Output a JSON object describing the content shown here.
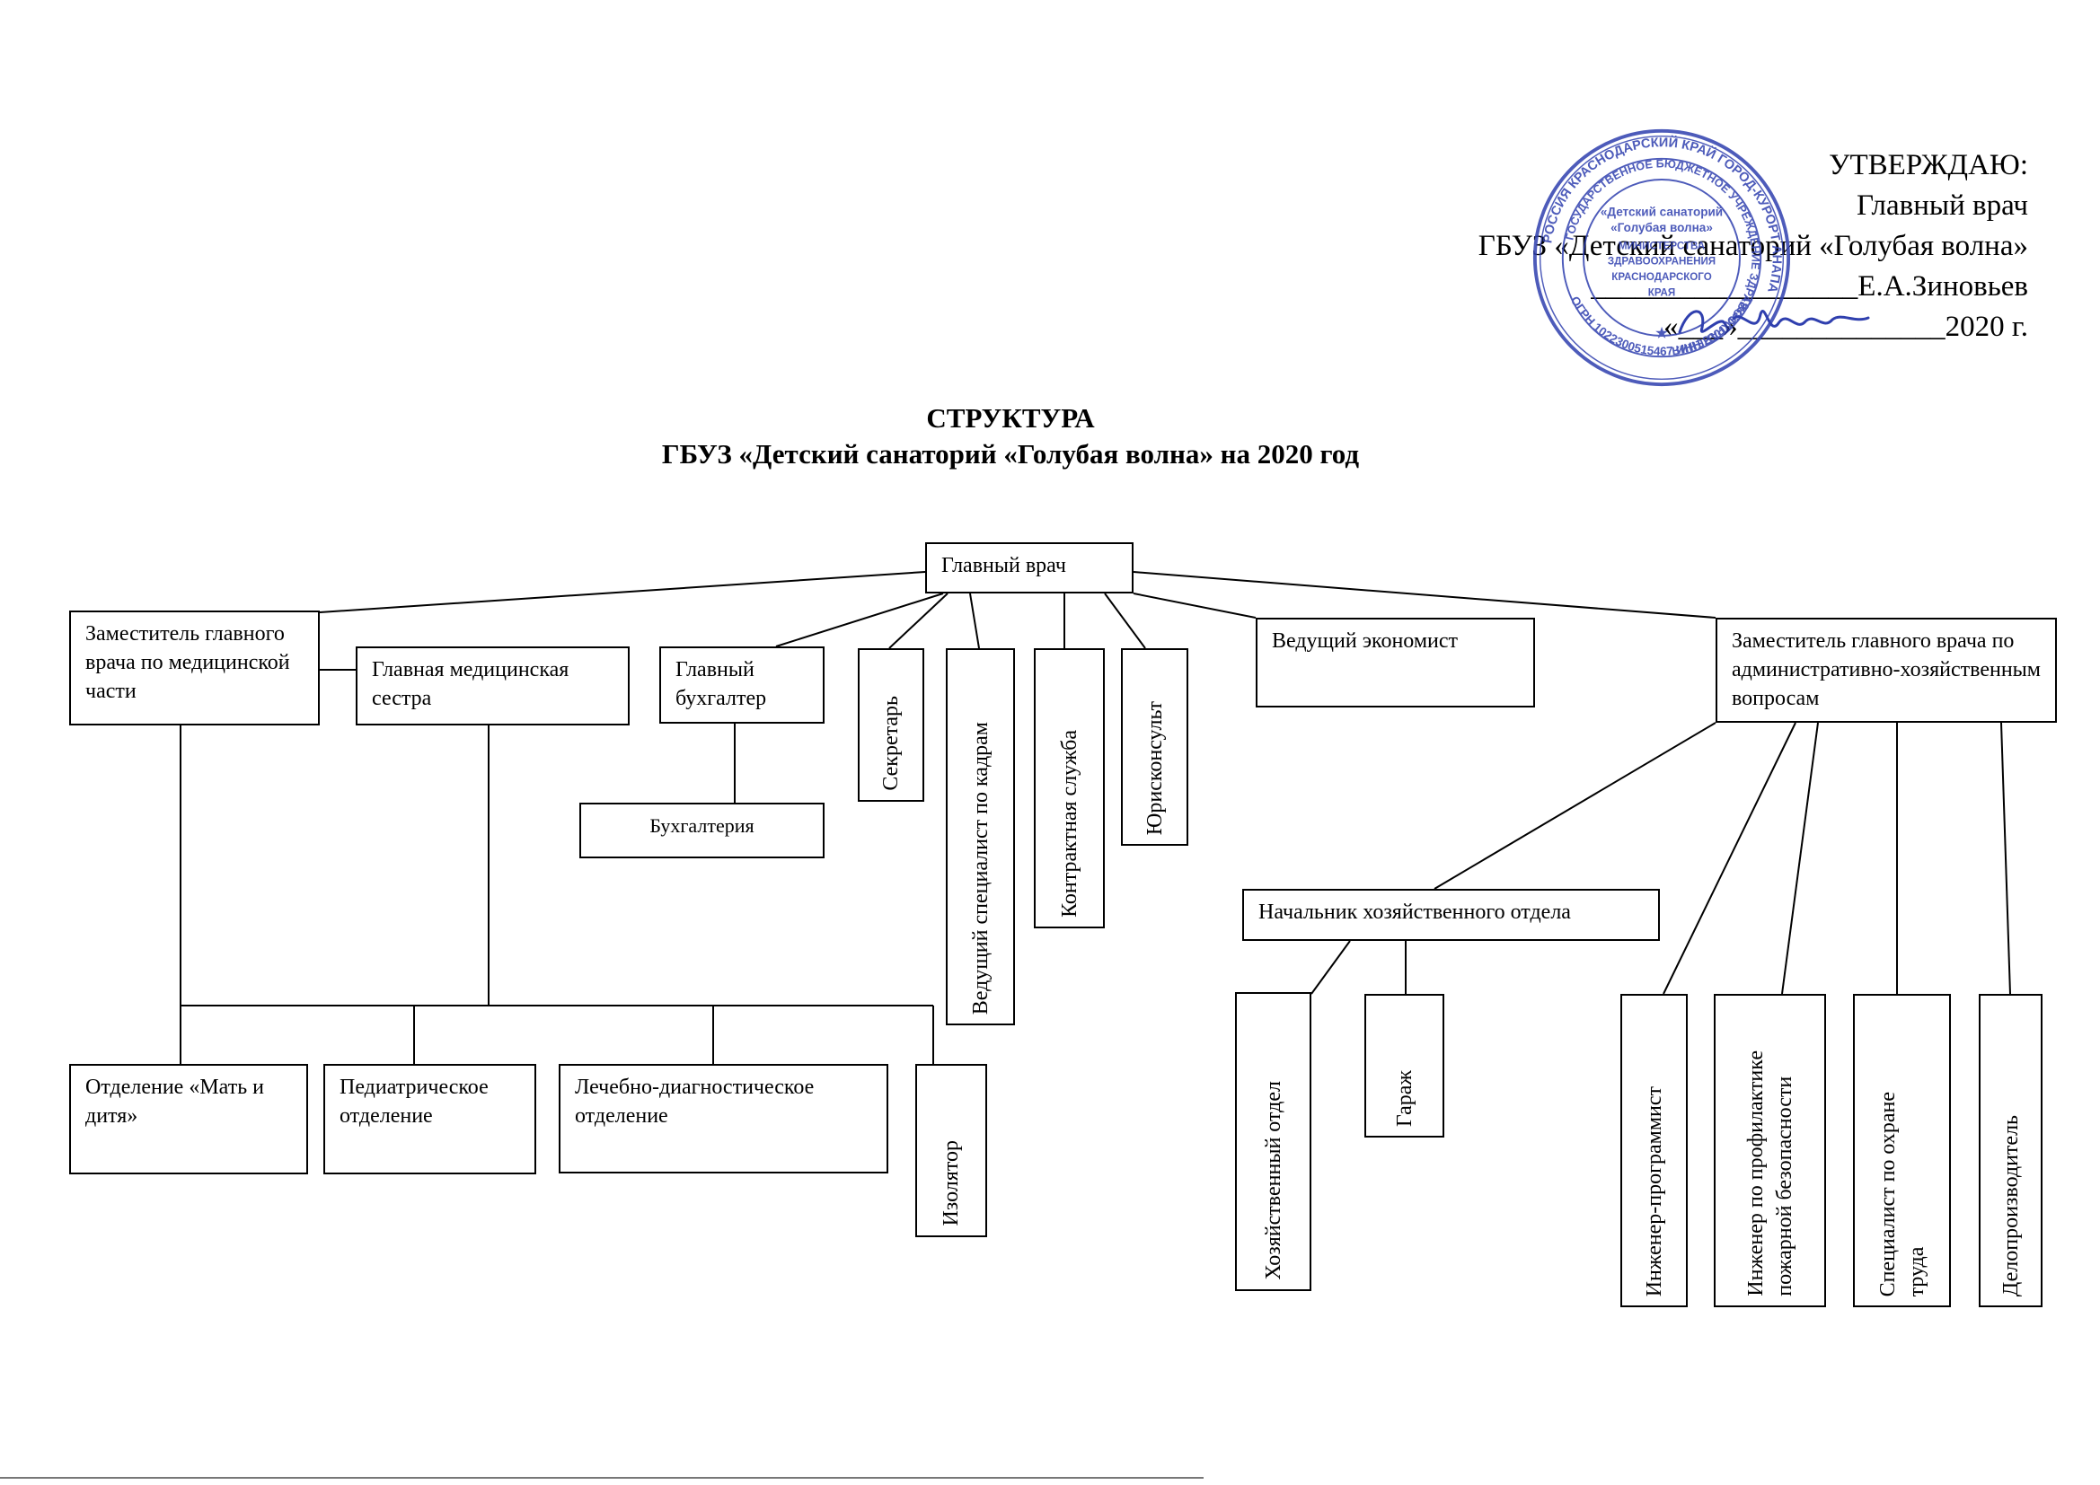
{
  "approval": {
    "line1": "УТВЕРЖДАЮ:",
    "line2": "Главный врач",
    "line3": "ГБУЗ «Детский санаторий «Голубая волна»",
    "line4": "__________________Е.А.Зиновьев",
    "line5": "«___»______________2020 г."
  },
  "title": {
    "line1": "СТРУКТУРА",
    "line2": "ГБУЗ «Детский санаторий «Голубая волна» на 2020 год"
  },
  "nodes": {
    "chief": "Главный врач",
    "dep_med": "Заместитель главного врача по медицинской части",
    "head_nurse": "Главная медицинская сестра",
    "chief_accountant": "Главный бухгалтер",
    "accounting": "Бухгалтерия",
    "secretary": "Секретарь",
    "hr_specialist": "Ведущий специалист по кадрам",
    "contract_service": "Контрактная служба",
    "legal": "Юрисконсульт",
    "economist": "Ведущий экономист",
    "dep_admin": "Заместитель главного врача по административно-хозяйственным вопросам",
    "household_head": "Начальник хозяйственного отдела",
    "household_dept": "Хозяйственный отдел",
    "garage": "Гараж",
    "programmer": "Инженер-программист",
    "fire_engineer": "Инженер по профилактике\nпожарной безопасности",
    "labor_safety": "Специалист по охране\nтруда",
    "clerk": "Делопроизводитель",
    "mother_child": "Отделение «Мать и дитя»",
    "pediatric": "Педиатрическое отделение",
    "diagnostic": "Лечебно-диагностическое отделение",
    "isolator": "Изолятор"
  },
  "stamp": {
    "outer": "РОССИЯ КРАСНОДАРСКИЙ КРАЙ ГОРОД-КУРОРТ АНАПА",
    "middle": "ГОСУДАРСТВЕННОЕ БЮДЖЕТНОЕ УЧРЕЖДЕНИЕ ЗДРАВООХРАНЕНИЯ",
    "center1": "«Детский санаторий",
    "center2": "«Голубая волна»",
    "center3": "МИНИСТЕРСТВА",
    "center4": "ЗДРАВООХРАНЕНИЯ",
    "center5": "КРАСНОДАРСКОГО",
    "center6": "КРАЯ",
    "bottom": "ОГРН 1022300515467 ИНН 2301013861"
  },
  "colors": {
    "stamp": "#2f3fae",
    "line": "#000000"
  }
}
